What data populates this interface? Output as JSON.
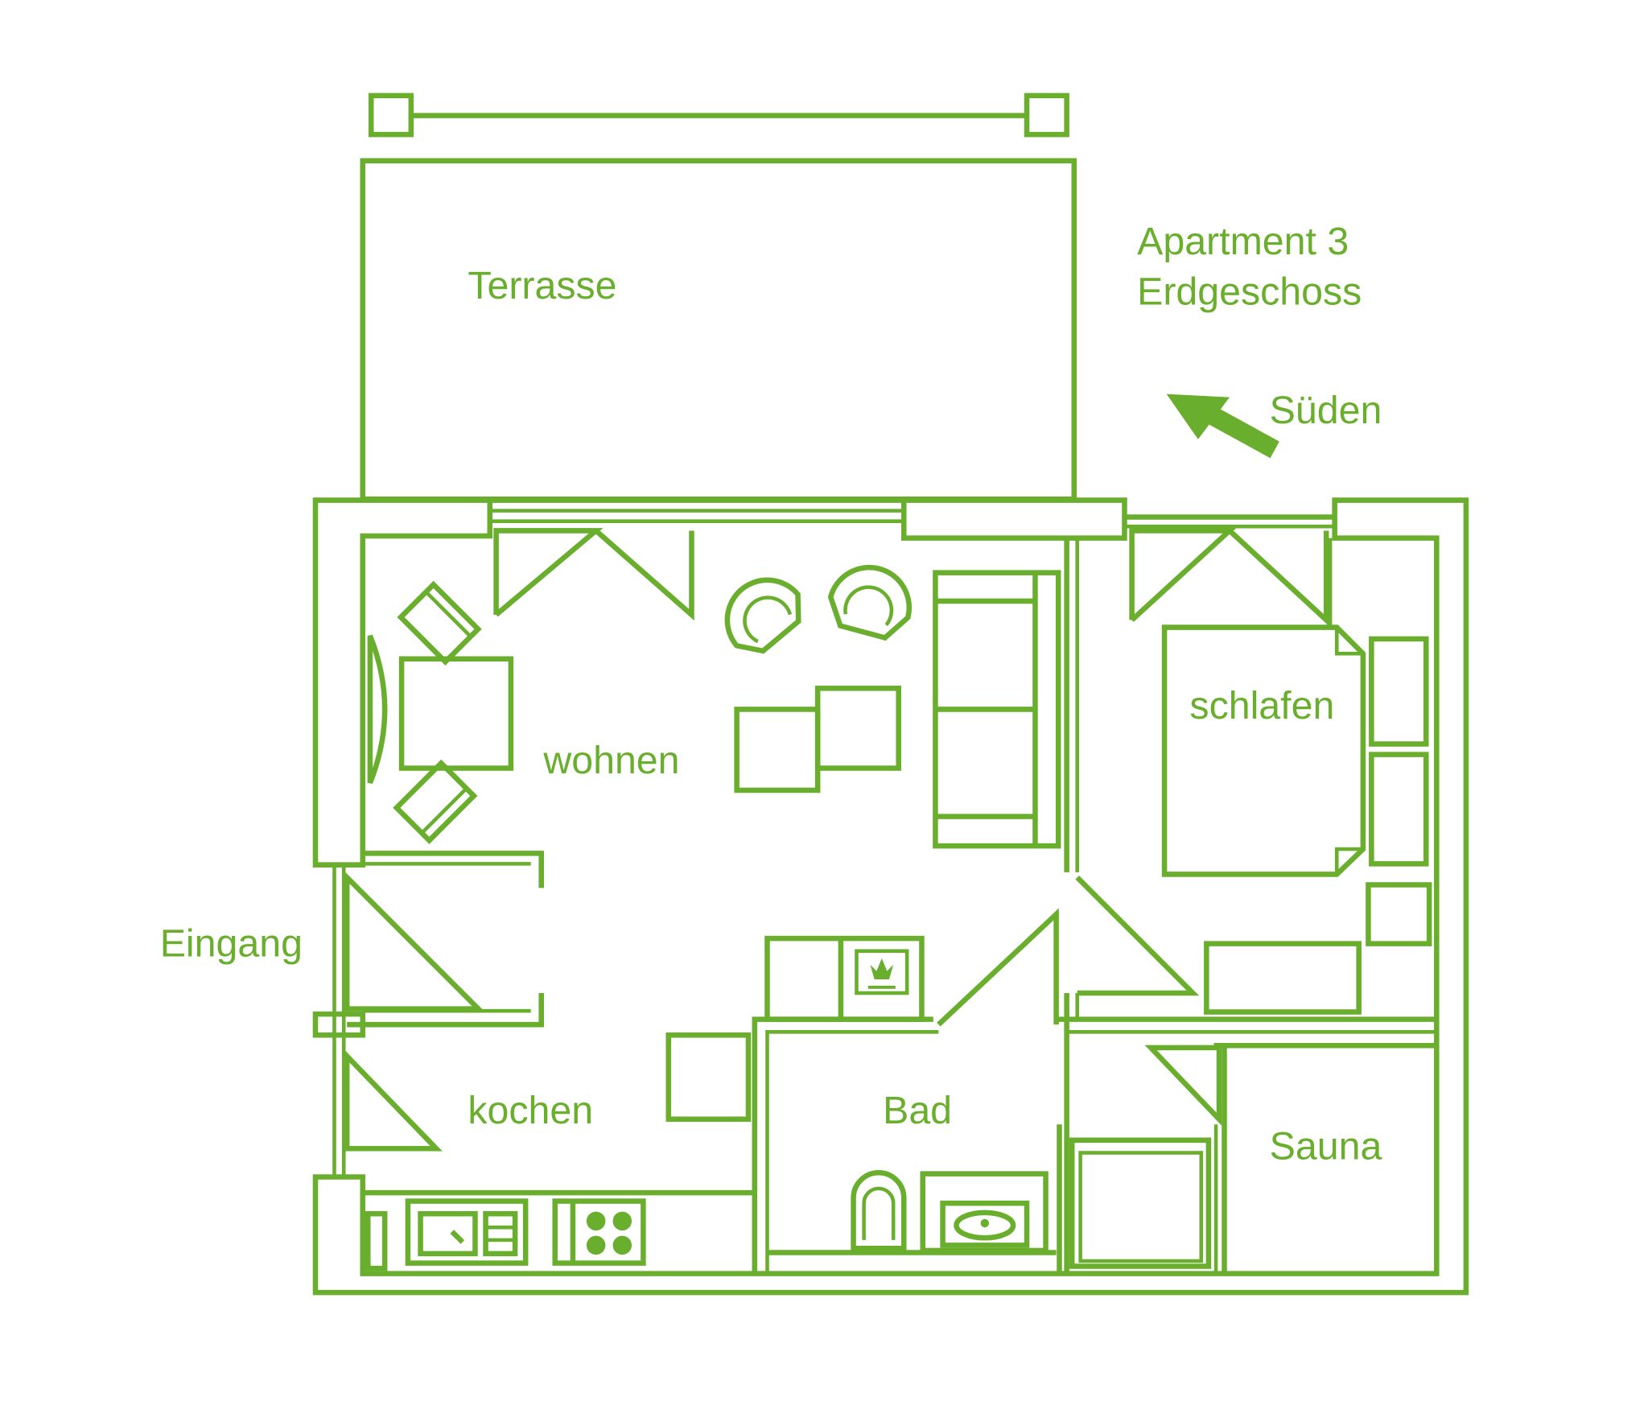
{
  "title": {
    "line1": "Apartment 3",
    "line2": "Erdgeschoss"
  },
  "orientation": {
    "label": "Süden",
    "icon": "arrow-up-left-icon"
  },
  "rooms": {
    "terrace": "Terrasse",
    "living": "wohnen",
    "bedroom": "schlafen",
    "entrance": "Eingang",
    "kitchen": "kochen",
    "bath": "Bad",
    "sauna": "Sauna"
  },
  "colors": {
    "line": "#6aae2e",
    "background": "#ffffff"
  }
}
